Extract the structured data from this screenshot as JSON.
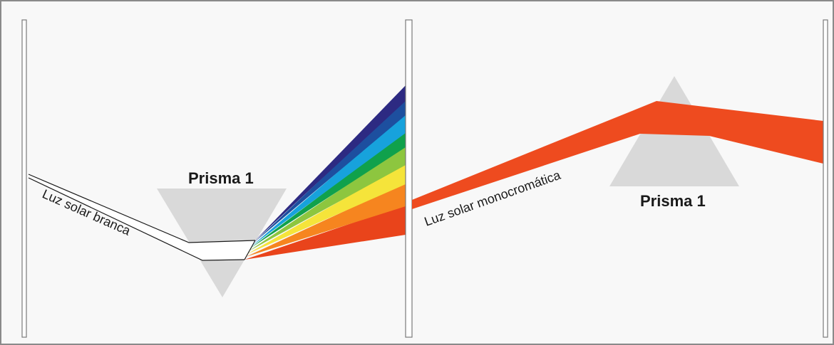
{
  "left_panel": {
    "prism_label": "Prisma 1",
    "ray_label": "Luz solar branca",
    "spectrum_colors": [
      "#e9441b",
      "#f6851f",
      "#f5e43a",
      "#8dc63f",
      "#10a14c",
      "#17a2dc",
      "#1d4f9f",
      "#2d2a82"
    ]
  },
  "right_panel": {
    "prism_label": "Prisma 1",
    "ray_label": "Luz solar monocromática",
    "beam_color": "#ee4b1f"
  },
  "colors": {
    "background": "#f8f8f8",
    "frame": "#8a8a8a",
    "prism": "#d9d9d9",
    "divider_fill": "#ffffff"
  }
}
